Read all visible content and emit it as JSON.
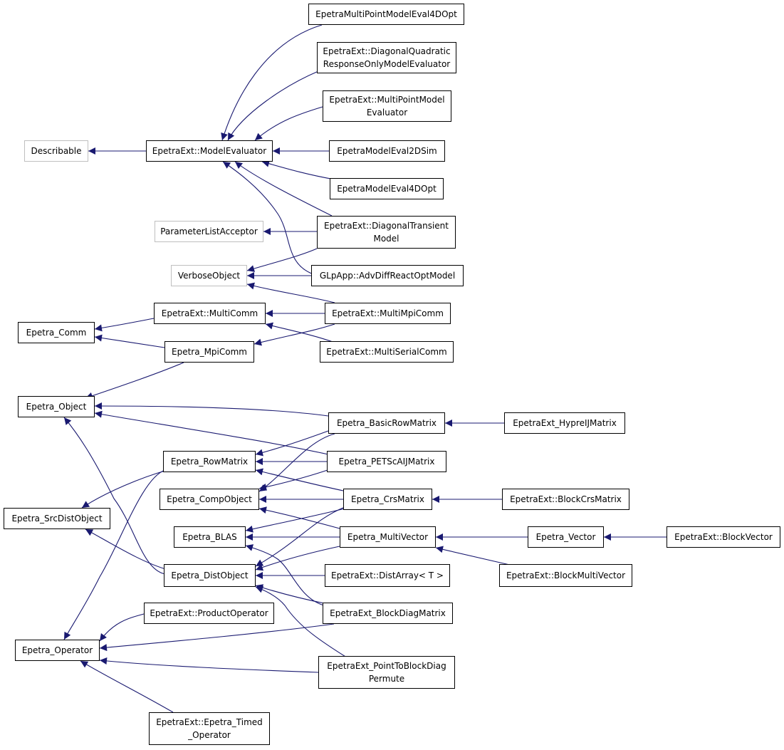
{
  "colors": {
    "edge": "#191970",
    "node_border": "#000000",
    "external_node_border": "#bfbfbf",
    "background": "#ffffff"
  },
  "nodes": [
    {
      "id": "mpme4d",
      "label": "EpetraMultiPointModelEval4DOpt",
      "external": false
    },
    {
      "id": "dqr",
      "label": "EpetraExt::DiagonalQuadratic\nResponseOnlyModelEvaluator",
      "external": false
    },
    {
      "id": "mpmeval",
      "label": "EpetraExt::MultiPointModel\nEvaluator",
      "external": false
    },
    {
      "id": "describable",
      "label": "Describable",
      "external": true
    },
    {
      "id": "modeleval",
      "label": "EpetraExt::ModelEvaluator",
      "external": false
    },
    {
      "id": "me2d",
      "label": "EpetraModelEval2DSim",
      "external": false
    },
    {
      "id": "me4d",
      "label": "EpetraModelEval4DOpt",
      "external": false
    },
    {
      "id": "pla",
      "label": "ParameterListAcceptor",
      "external": true
    },
    {
      "id": "dtm",
      "label": "EpetraExt::DiagonalTransient\nModel",
      "external": false
    },
    {
      "id": "verbose",
      "label": "VerboseObject",
      "external": true
    },
    {
      "id": "glp",
      "label": "GLpApp::AdvDiffReactOptModel",
      "external": false
    },
    {
      "id": "multicomm",
      "label": "EpetraExt::MultiComm",
      "external": false
    },
    {
      "id": "multimpi",
      "label": "EpetraExt::MultiMpiComm",
      "external": false
    },
    {
      "id": "comm",
      "label": "Epetra_Comm",
      "external": false
    },
    {
      "id": "mpicomm",
      "label": "Epetra_MpiComm",
      "external": false
    },
    {
      "id": "multiserial",
      "label": "EpetraExt::MultiSerialComm",
      "external": false
    },
    {
      "id": "object",
      "label": "Epetra_Object",
      "external": false
    },
    {
      "id": "basicrow",
      "label": "Epetra_BasicRowMatrix",
      "external": false
    },
    {
      "id": "hypre",
      "label": "EpetraExt_HypreIJMatrix",
      "external": false
    },
    {
      "id": "rowmatrix",
      "label": "Epetra_RowMatrix",
      "external": false
    },
    {
      "id": "petsc",
      "label": "Epetra_PETScAIJMatrix",
      "external": false
    },
    {
      "id": "compobj",
      "label": "Epetra_CompObject",
      "external": false
    },
    {
      "id": "crs",
      "label": "Epetra_CrsMatrix",
      "external": false
    },
    {
      "id": "blockcrs",
      "label": "EpetraExt::BlockCrsMatrix",
      "external": false
    },
    {
      "id": "srcdist",
      "label": "Epetra_SrcDistObject",
      "external": false
    },
    {
      "id": "blas",
      "label": "Epetra_BLAS",
      "external": false
    },
    {
      "id": "multivector",
      "label": "Epetra_MultiVector",
      "external": false
    },
    {
      "id": "vector",
      "label": "Epetra_Vector",
      "external": false
    },
    {
      "id": "blockvector",
      "label": "EpetraExt::BlockVector",
      "external": false
    },
    {
      "id": "distobj",
      "label": "Epetra_DistObject",
      "external": false
    },
    {
      "id": "distarray",
      "label": "EpetraExt::DistArray< T >",
      "external": false
    },
    {
      "id": "blockmv",
      "label": "EpetraExt::BlockMultiVector",
      "external": false
    },
    {
      "id": "prodop",
      "label": "EpetraExt::ProductOperator",
      "external": false
    },
    {
      "id": "blockdiag",
      "label": "EpetraExt_BlockDiagMatrix",
      "external": false
    },
    {
      "id": "operator",
      "label": "Epetra_Operator",
      "external": false
    },
    {
      "id": "pointtoblock",
      "label": "EpetraExt_PointToBlockDiag\nPermute",
      "external": false
    },
    {
      "id": "timedop",
      "label": "EpetraExt::Epetra_Timed\n_Operator",
      "external": false
    }
  ],
  "edges": [
    {
      "from": "modeleval",
      "to": "describable"
    },
    {
      "from": "mpme4d",
      "to": "modeleval"
    },
    {
      "from": "dqr",
      "to": "modeleval"
    },
    {
      "from": "mpmeval",
      "to": "modeleval"
    },
    {
      "from": "me2d",
      "to": "modeleval"
    },
    {
      "from": "me4d",
      "to": "modeleval"
    },
    {
      "from": "dtm",
      "to": "modeleval"
    },
    {
      "from": "glp",
      "to": "modeleval"
    },
    {
      "from": "dtm",
      "to": "pla"
    },
    {
      "from": "dtm",
      "to": "verbose"
    },
    {
      "from": "glp",
      "to": "verbose"
    },
    {
      "from": "multimpi",
      "to": "verbose"
    },
    {
      "from": "multimpi",
      "to": "multicomm"
    },
    {
      "from": "multiserial",
      "to": "multicomm"
    },
    {
      "from": "multimpi",
      "to": "mpicomm"
    },
    {
      "from": "multicomm",
      "to": "comm"
    },
    {
      "from": "mpicomm",
      "to": "comm"
    },
    {
      "from": "mpicomm",
      "to": "object"
    },
    {
      "from": "basicrow",
      "to": "object"
    },
    {
      "from": "petsc",
      "to": "object"
    },
    {
      "from": "distobj",
      "to": "object"
    },
    {
      "from": "hypre",
      "to": "basicrow"
    },
    {
      "from": "basicrow",
      "to": "rowmatrix"
    },
    {
      "from": "petsc",
      "to": "rowmatrix"
    },
    {
      "from": "crs",
      "to": "rowmatrix"
    },
    {
      "from": "basicrow",
      "to": "compobj"
    },
    {
      "from": "petsc",
      "to": "compobj"
    },
    {
      "from": "crs",
      "to": "compobj"
    },
    {
      "from": "multivector",
      "to": "compobj"
    },
    {
      "from": "blockcrs",
      "to": "crs"
    },
    {
      "from": "rowmatrix",
      "to": "srcdist"
    },
    {
      "from": "distobj",
      "to": "srcdist"
    },
    {
      "from": "crs",
      "to": "blas"
    },
    {
      "from": "multivector",
      "to": "blas"
    },
    {
      "from": "blockdiag",
      "to": "blas"
    },
    {
      "from": "vector",
      "to": "multivector"
    },
    {
      "from": "blockmv",
      "to": "multivector"
    },
    {
      "from": "blockvector",
      "to": "vector"
    },
    {
      "from": "crs",
      "to": "distobj"
    },
    {
      "from": "multivector",
      "to": "distobj"
    },
    {
      "from": "distarray",
      "to": "distobj"
    },
    {
      "from": "blockdiag",
      "to": "distobj"
    },
    {
      "from": "pointtoblock",
      "to": "distobj"
    },
    {
      "from": "rowmatrix",
      "to": "operator"
    },
    {
      "from": "prodop",
      "to": "operator"
    },
    {
      "from": "blockdiag",
      "to": "operator"
    },
    {
      "from": "pointtoblock",
      "to": "operator"
    },
    {
      "from": "timedop",
      "to": "operator"
    }
  ]
}
